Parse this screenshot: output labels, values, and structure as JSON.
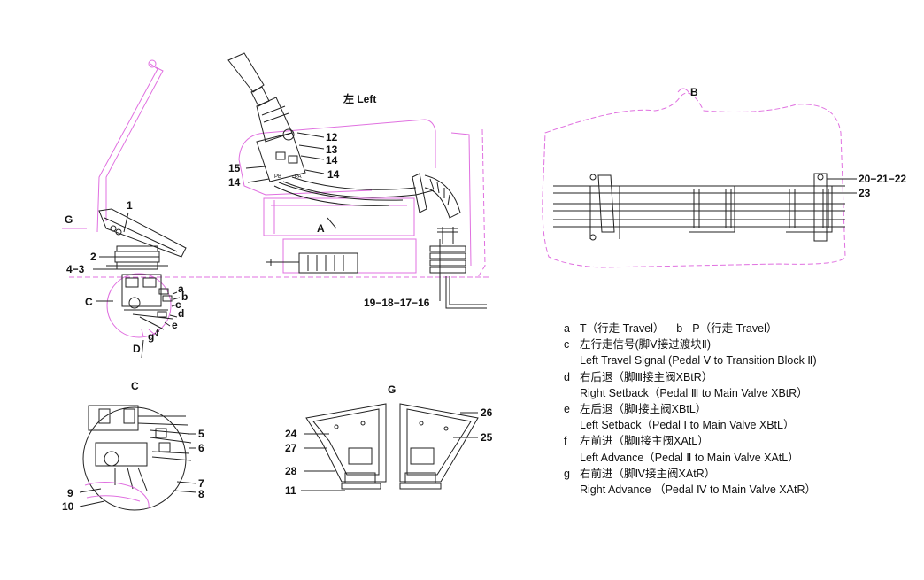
{
  "diagram": {
    "top_title": "左 Left",
    "labels": {
      "l1": "1",
      "l2": "2",
      "l4_3": "4−3",
      "lC": "C",
      "lD": "D",
      "lG": "G",
      "la": "a",
      "lb": "b",
      "lc": "c",
      "ld": "d",
      "le": "e",
      "lf": "f",
      "lg": "g",
      "l12": "12",
      "l13": "13",
      "l14a": "14",
      "l14b": "14",
      "l14c": "14",
      "l15": "15",
      "lA": "A",
      "l19": "19−18−17−16",
      "lB": "B",
      "l20": "20−21−22",
      "l23": "23",
      "C_title": "C",
      "l5": "5",
      "l6": "6",
      "l7": "7",
      "l8": "8",
      "l9": "9",
      "l10": "10",
      "G_title": "G",
      "l24": "24",
      "l25": "25",
      "l26": "26",
      "l27": "27",
      "l28": "28",
      "l11": "11",
      "pb": "PB",
      "pa": "PA"
    }
  },
  "legend": [
    {
      "key": "a",
      "text": "T（行走 Travel）",
      "key2": "b",
      "text2": "P（行走 Travel）"
    },
    {
      "key": "c",
      "text": "左行走信号(脚Ⅴ接过渡块Ⅱ)",
      "sub": "Left Travel Signal (Pedal Ⅴ to Transition Block Ⅱ)"
    },
    {
      "key": "d",
      "text": "右后退（脚Ⅲ接主阀XBtR）",
      "sub": "Right Setback（Pedal Ⅲ to Main Valve XBtR）"
    },
    {
      "key": "e",
      "text": "左后退（脚Ⅰ接主阀XBtL）",
      "sub": "Left Setback（Pedal Ⅰ to Main Valve XBtL）"
    },
    {
      "key": "f",
      "text": "左前进（脚Ⅱ接主阀XAtL）",
      "sub": "Left Advance（Pedal Ⅱ to Main Valve XAtL）"
    },
    {
      "key": "g",
      "text": "右前进（脚Ⅳ接主阀XAtR）",
      "sub": "Right Advance （Pedal Ⅳ to Main Valve XAtR）"
    }
  ]
}
